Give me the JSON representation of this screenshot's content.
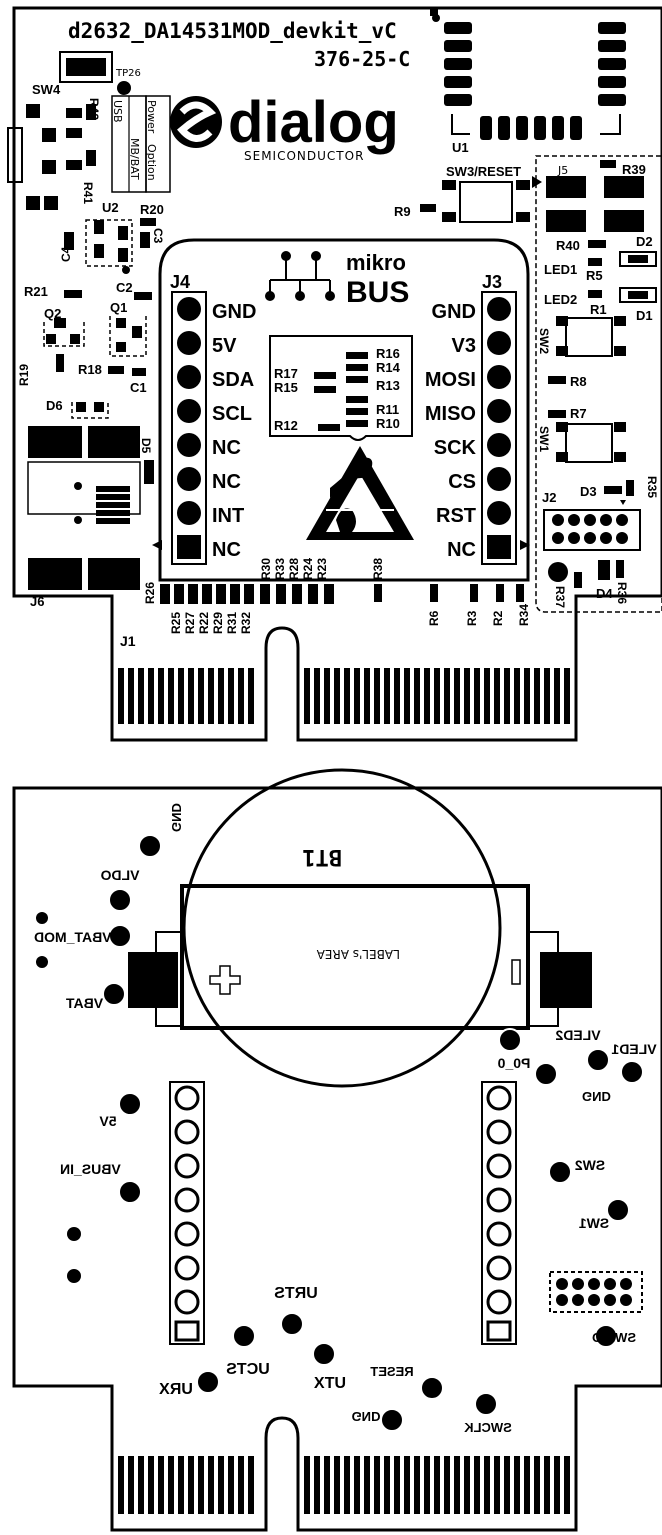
{
  "top": {
    "board_title": "d2632_DA14531MOD_devkit_vC",
    "board_rev": "376-25-C",
    "brand": {
      "name": "dialog",
      "sub": "SEMICONDUCTOR"
    },
    "mikro": {
      "line1": "mikro",
      "line2": "BUS"
    },
    "j4": {
      "label": "J4",
      "pins": [
        "GND",
        "5V",
        "SDA",
        "SCL",
        "NC",
        "NC",
        "INT",
        "NC"
      ]
    },
    "j3": {
      "label": "J3",
      "pins": [
        "GND",
        "V3",
        "MOSI",
        "MISO",
        "SCK",
        "CS",
        "RST",
        "NC"
      ]
    },
    "refs": {
      "sw4": "SW4",
      "tp26": "TP26",
      "r42": "R42",
      "r41": "R41",
      "usb": "USB",
      "mb_bat": "MB/BAT",
      "power": "Power",
      "option": "Option",
      "u1": "U1",
      "u2": "U2",
      "r20": "R20",
      "c3": "C3",
      "c4": "C4",
      "r21": "R21",
      "c2": "C2",
      "q2": "Q2",
      "q1": "Q1",
      "r19": "R19",
      "r18": "R18",
      "c1": "C1",
      "d6": "D6",
      "d5": "D5",
      "j6": "J6",
      "j1": "J1",
      "sw3": "SW3/RESET",
      "r9": "R9",
      "j5": "J5",
      "r39": "R39",
      "r40": "R40",
      "d2": "D2",
      "led1": "LED1",
      "r5": "R5",
      "led2": "LED2",
      "r1": "R1",
      "d1": "D1",
      "sw2": "SW2",
      "r8": "R8",
      "r7": "R7",
      "sw1": "SW1",
      "j2": "J2",
      "d3": "D3",
      "r35": "R35",
      "r37": "R37",
      "d4": "D4",
      "r36": "R36",
      "r16": "R16",
      "r14": "R14",
      "r13": "R13",
      "r11": "R11",
      "r10": "R10",
      "r17": "R17",
      "r15": "R15",
      "r12": "R12",
      "r26": "R26",
      "r25": "R25",
      "r27": "R27",
      "r22": "R22",
      "r29": "R29",
      "r31": "R31",
      "r32": "R32",
      "r30": "R30",
      "r33": "R33",
      "r28": "R28",
      "r24": "R24",
      "r23": "R23",
      "r38": "R38",
      "r6": "R6",
      "r3": "R3",
      "r2": "R2",
      "r34": "R34"
    }
  },
  "bottom": {
    "bt1": "BT1",
    "label_area": "LABEL's AREA",
    "tps": {
      "gnd_a": "GND",
      "vldo": "VLDO",
      "vbat_mod": "VBAT_MOD",
      "vbat": "VBAT",
      "p0_0": "P0_0",
      "vled2": "VLED2",
      "vled1": "VLED1",
      "gnd_b": "GND",
      "v5": "5V",
      "vbus_in": "VBUS_IN",
      "sw2": "SW2",
      "sw1": "SW1",
      "urts": "URTS",
      "ucts": "UCTS",
      "urx": "URX",
      "utx": "UTX",
      "reset": "RESET",
      "gnd_c": "GND",
      "swclk": "SWCLK",
      "swdio": "SWDIO"
    }
  }
}
